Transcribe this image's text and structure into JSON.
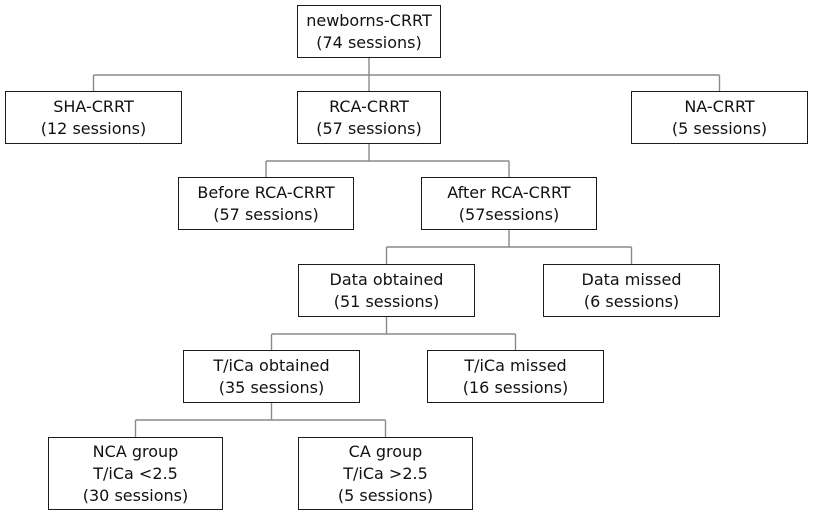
{
  "nodes": {
    "newborns": {
      "line1": "newborns-CRRT",
      "line2": "(74 sessions)"
    },
    "sha": {
      "line1": "SHA-CRRT",
      "line2": "(12 sessions)"
    },
    "rca": {
      "line1": "RCA-CRRT",
      "line2": "(57 sessions)"
    },
    "na": {
      "line1": "NA-CRRT",
      "line2": "(5 sessions)"
    },
    "before_rca": {
      "line1": "Before RCA-CRRT",
      "line2": "(57 sessions)"
    },
    "after_rca": {
      "line1": "After RCA-CRRT",
      "line2": "(57sessions)"
    },
    "data_obtained": {
      "line1": "Data obtained",
      "line2": "(51 sessions)"
    },
    "data_missed": {
      "line1": "Data missed",
      "line2": "(6 sessions)"
    },
    "tica_obtained": {
      "line1": "T/iCa obtained",
      "line2": "(35 sessions)"
    },
    "tica_missed": {
      "line1": "T/iCa missed",
      "line2": "(16 sessions)"
    },
    "nca_group": {
      "line1": "NCA group",
      "line2": "T/iCa <2.5",
      "line3": "(30 sessions)"
    },
    "ca_group": {
      "line1": "CA group",
      "line2": "T/iCa >2.5",
      "line3": "(5 sessions)"
    }
  },
  "edges": [
    {
      "from": "newborns",
      "to": [
        "sha",
        "rca",
        "na"
      ]
    },
    {
      "from": "rca",
      "to": [
        "before_rca",
        "after_rca"
      ]
    },
    {
      "from": "after_rca",
      "to": [
        "data_obtained",
        "data_missed"
      ]
    },
    {
      "from": "data_obtained",
      "to": [
        "tica_obtained",
        "tica_missed"
      ]
    },
    {
      "from": "tica_obtained",
      "to": [
        "nca_group",
        "ca_group"
      ]
    }
  ],
  "colors": {
    "stroke": "#1a1a1a",
    "connector": "#8a8a8a",
    "background": "#ffffff"
  }
}
